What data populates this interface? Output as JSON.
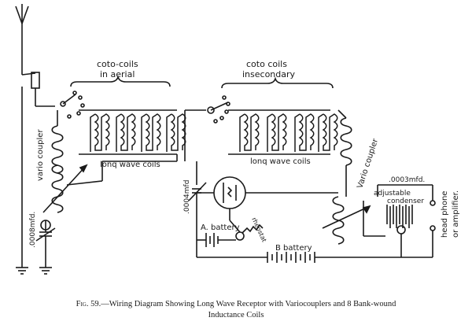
{
  "labels": {
    "coto_aerial": "coto-coils",
    "coto_aerial_2": "in aerial",
    "coto_secondary": "coto coils",
    "coto_secondary_2": "insecondary",
    "long_wave_1": "lonq wave coils",
    "long_wave_2": "lonq wave coils",
    "vario_left": "vario coupler",
    "vario_right": "Vario coupler",
    "cap_0008": ".0008mfd.",
    "cap_0004": ".0004mfd",
    "cap_0003": ".0003mfd.",
    "adjustable": "adjustable",
    "condenser": "condenser",
    "a_battery": "A. battery",
    "rheostat": "rheostat",
    "b_battery": "B battery",
    "head_phone": "head phone",
    "amplifier": "or amplifier."
  },
  "caption": {
    "fig": "Fig. 59.",
    "line1": "—Wiring Diagram Showing Long Wave Receptor with Variocouplers and 8 Bank-wound",
    "line2": "Inductance Coils"
  }
}
